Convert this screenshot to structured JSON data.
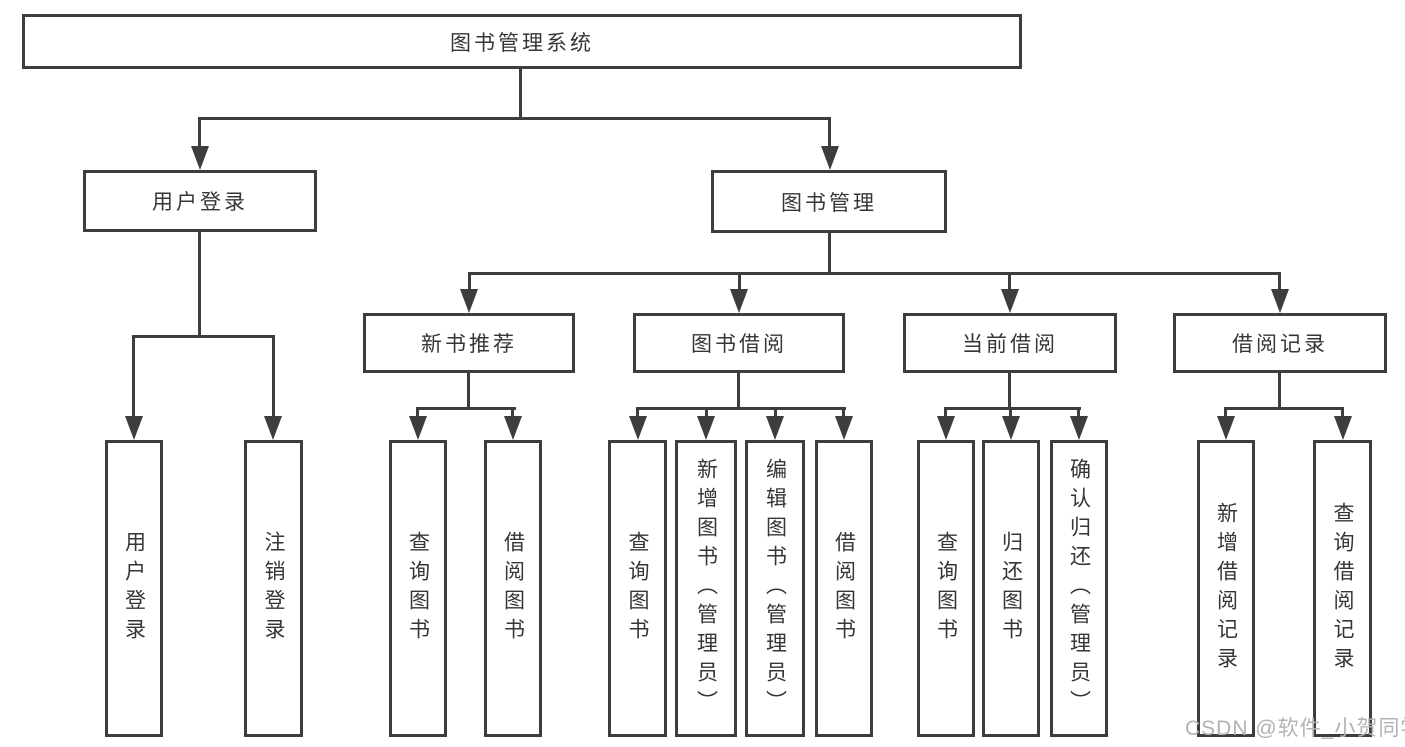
{
  "diagram_title": "图书管理系统",
  "root": {
    "label": "图书管理系统"
  },
  "level2": {
    "login": {
      "label": "用户登录"
    },
    "manage": {
      "label": "图书管理"
    }
  },
  "level3": {
    "recommend": {
      "label": "新书推荐"
    },
    "borrow": {
      "label": "图书借阅"
    },
    "current": {
      "label": "当前借阅"
    },
    "records": {
      "label": "借阅记录"
    }
  },
  "leaves": {
    "login": [
      "用户登录",
      "注销登录"
    ],
    "recommend": [
      "查询图书",
      "借阅图书"
    ],
    "borrow": [
      "查询图书",
      "新增图书（管理员）",
      "编辑图书（管理员）",
      "借阅图书"
    ],
    "current": [
      "查询图书",
      "归还图书",
      "确认归还（管理员）"
    ],
    "records": [
      "新增借阅记录",
      "查询借阅记录"
    ]
  },
  "watermark": {
    "text": "CSDN @软件_小贺同学"
  },
  "colors": {
    "line": "#3d3d3d",
    "box_border": "#3d3d3d",
    "text": "#363636",
    "watermark": "#b3b3b3",
    "background": "#ffffff"
  }
}
